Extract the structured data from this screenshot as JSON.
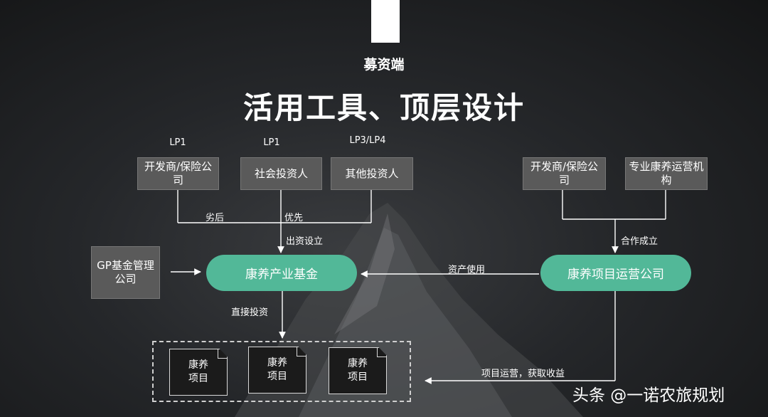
{
  "header": {
    "section_title": "募资端",
    "main_title": "活用工具、顶层设计"
  },
  "lp_labels": {
    "developer": "LP1",
    "social": "LP1",
    "other": "LP3/LP4"
  },
  "nodes": {
    "left_developer": "开发商/保险公司",
    "social_investor": "社会投资人",
    "other_investor": "其他投资人",
    "right_developer": "开发商/保险公司",
    "operator_org": "专业康养运营机构",
    "gp_manager": "GP基金管理公司",
    "industry_fund": "康养产业基金",
    "operating_company": "康养项目运营公司"
  },
  "edges": {
    "subordinate": "劣后",
    "priority": "优先",
    "capital_setup": "出资设立",
    "partnership": "合作成立",
    "asset_use": "资产使用",
    "direct_invest": "直接投资",
    "project_ops": "项目运营，获取收益"
  },
  "projects": [
    "康养项目",
    "康养项目",
    "康养项目"
  ],
  "watermark": "头条 @一诺农旅规划",
  "colors": {
    "accent_green": "#52b898",
    "box_gray": "#5a5a5a",
    "background": "#25272a"
  }
}
